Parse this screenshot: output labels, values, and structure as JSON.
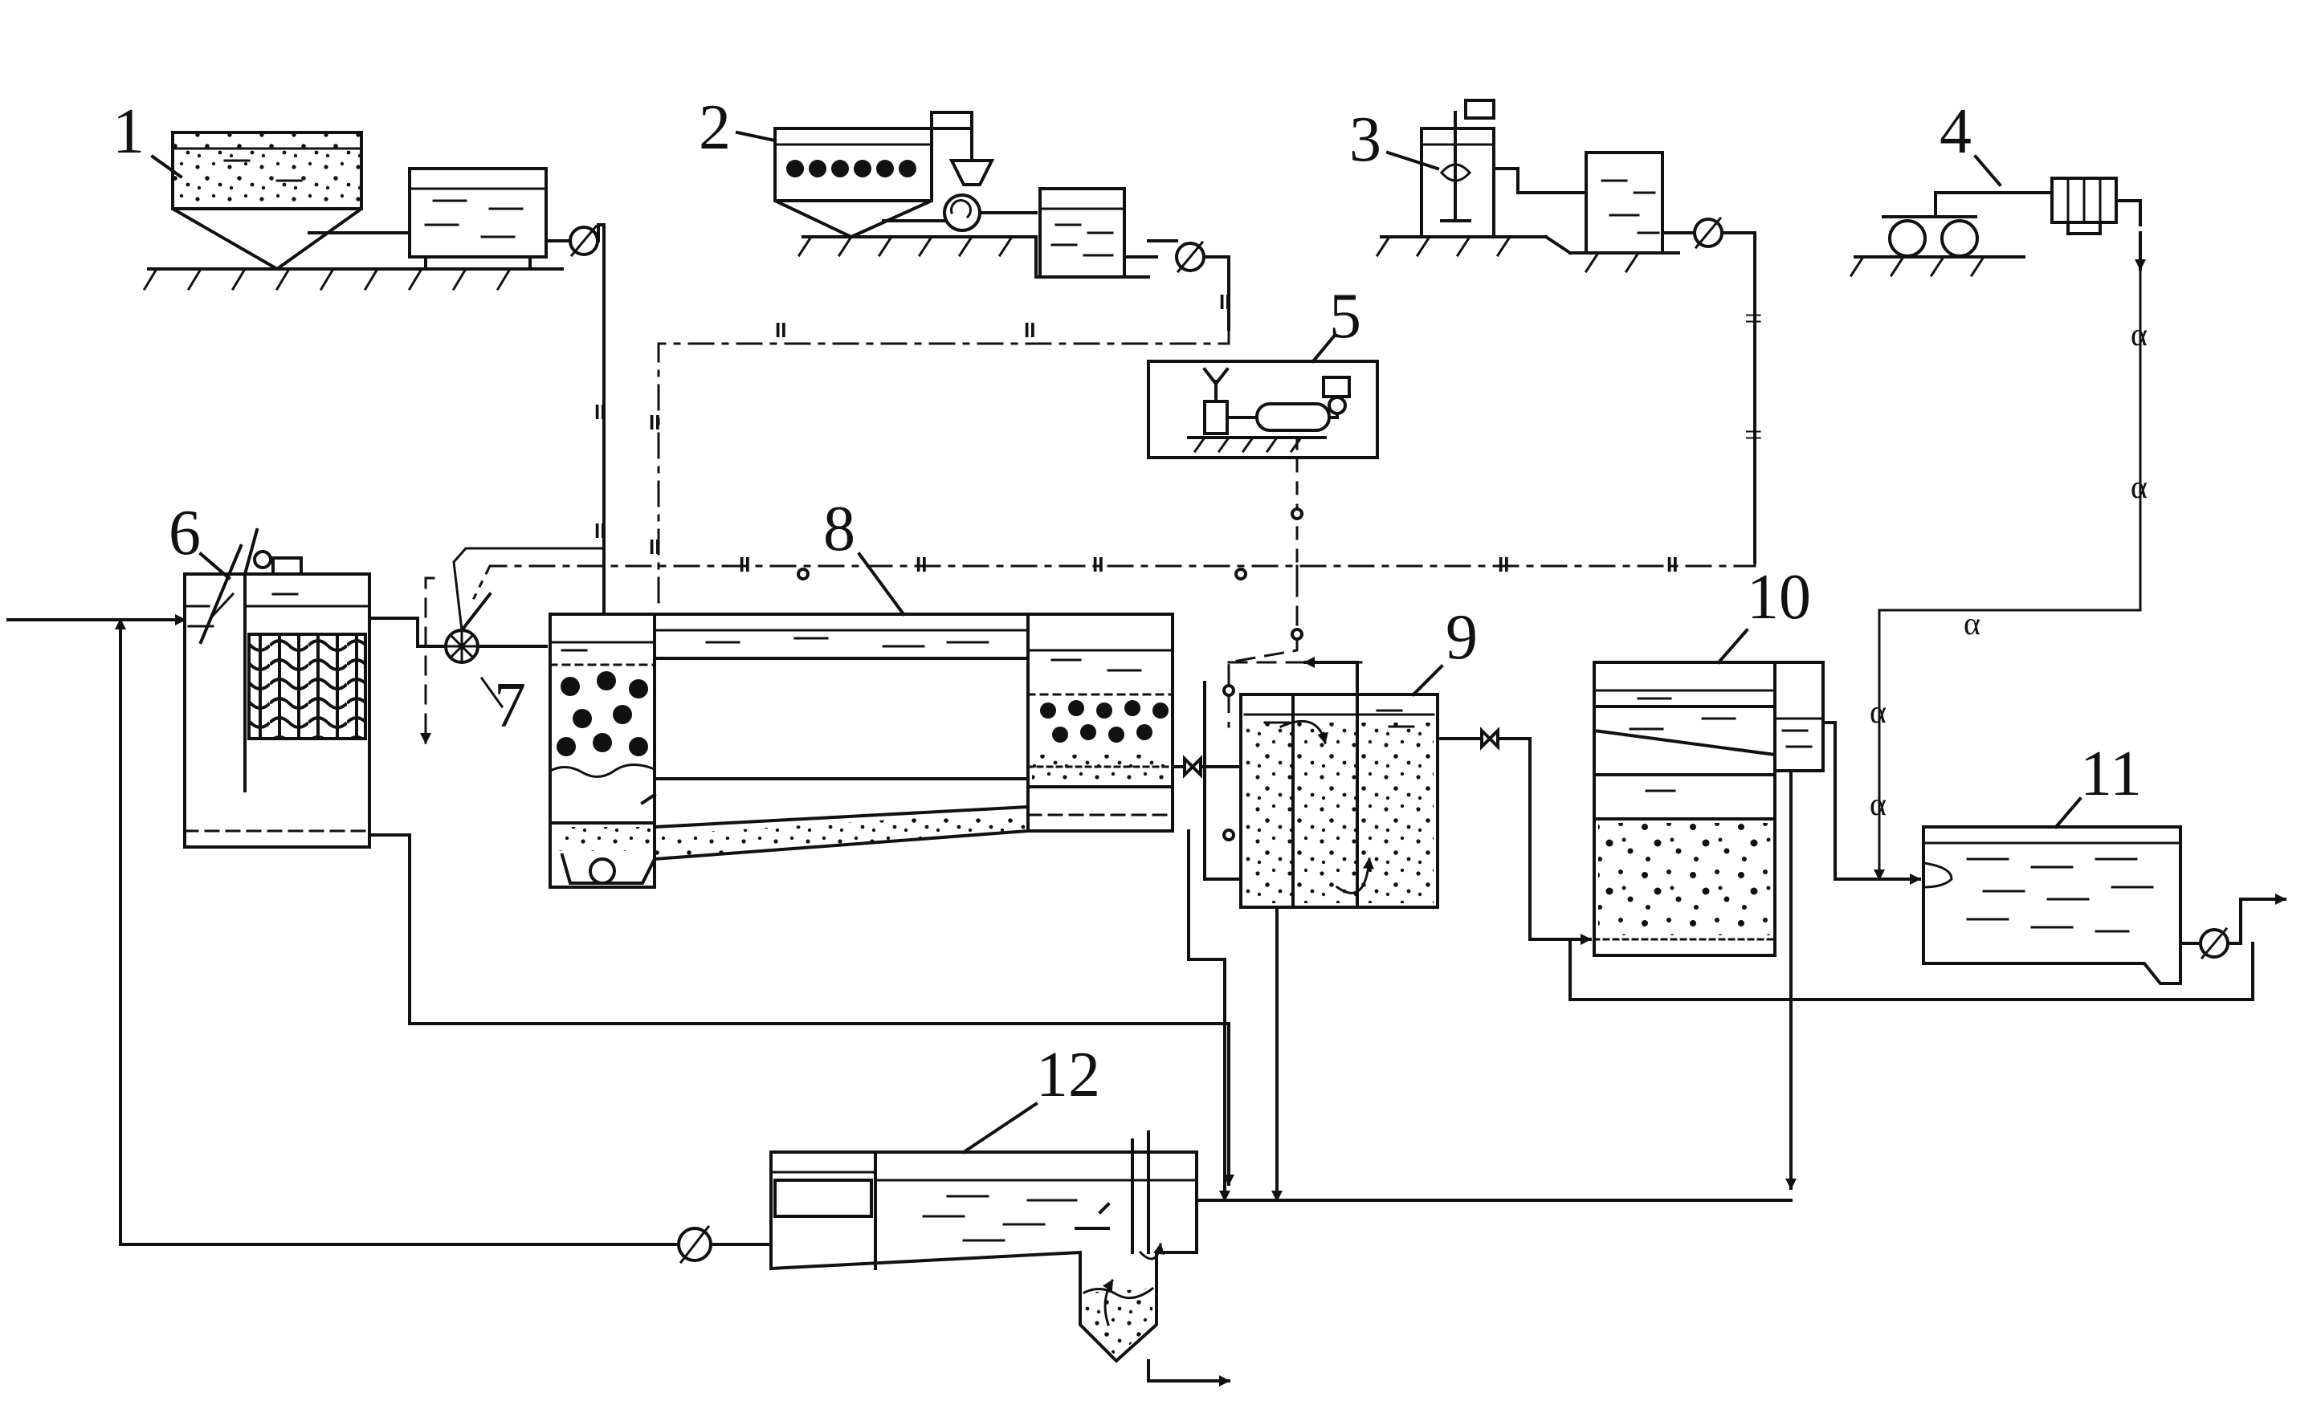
{
  "labels": {
    "n1": "1",
    "n2": "2",
    "n3": "3",
    "n4": "4",
    "n5": "5",
    "n6": "6",
    "n7": "7",
    "n8": "8",
    "n9": "9",
    "n10": "10",
    "n11": "11",
    "n12": "12"
  },
  "markers": {
    "alpha": "α",
    "eq": "=",
    "dbl": "II"
  }
}
